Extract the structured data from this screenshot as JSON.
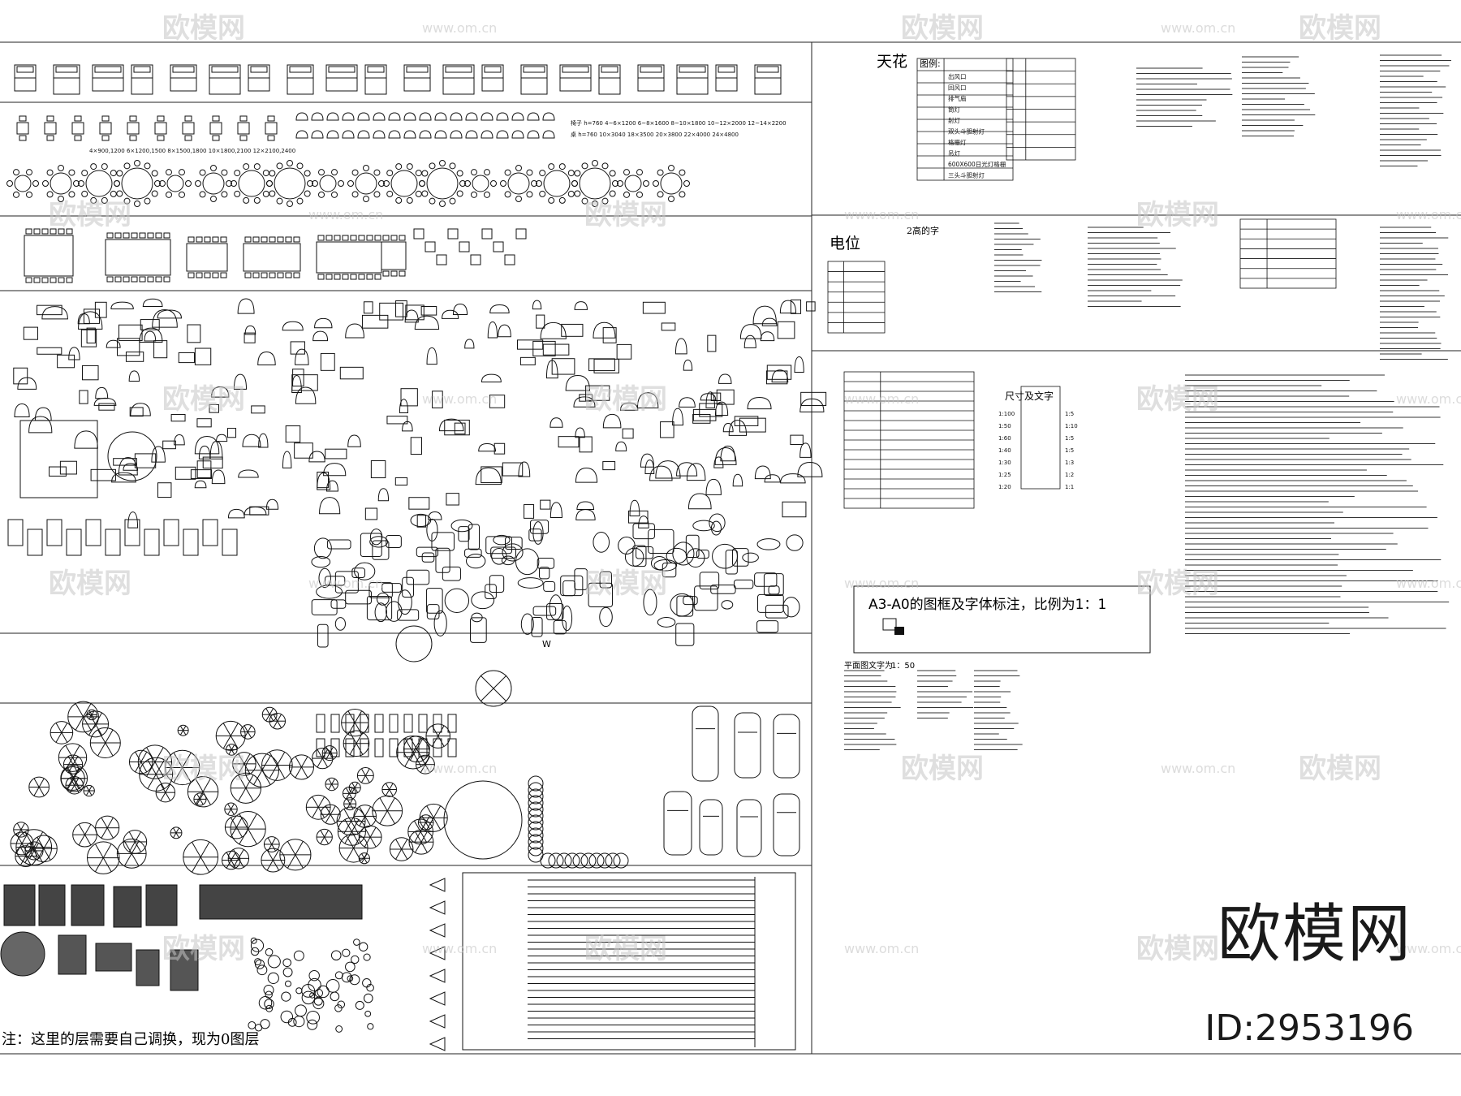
{
  "labels": {
    "ceiling": "天花",
    "legend": "图例:",
    "electrical": "电位",
    "text_2h": "2高的字",
    "size_text": "尺寸及文字",
    "frame_title": "A3-A0的图框及字体标注，比例为1：1",
    "plan_text": "平面图文字为",
    "plan_scale": "1：50",
    "w_mark": "W",
    "note": "注：这里的层需要自己调换，现为0图层"
  },
  "ceiling_legend": [
    "出风口",
    "回风口",
    "排气扇",
    "筒灯",
    "射灯",
    "双头斗胆射灯",
    "格栅灯",
    "吊灯",
    "600X600日光灯格栅",
    "三头斗胆射灯"
  ],
  "dim_lines": [
    "4×900,1200  6×1200,1500  8×1500,1800  10×1800,2100  12×2100,2400",
    "椅子 h=760   4~6×1200  6~8×1600  8~10×1800  10~12×2000  12~14×2200",
    "桌 h=760   10×3040  18×3500  20×3800  22×4000  24×4800"
  ],
  "size_values": [
    "1:100",
    "1:50",
    "1:60",
    "1:40",
    "1:30",
    "1:25",
    "1:20"
  ],
  "size_values_right": [
    "1:5",
    "1:10",
    "1:5",
    "1:5",
    "1:3",
    "1:2",
    "1:1"
  ],
  "watermarks": {
    "brand": "欧模网",
    "url": "www.om.cn"
  },
  "brand": {
    "logo": "欧模网",
    "id": "ID:2953196"
  }
}
